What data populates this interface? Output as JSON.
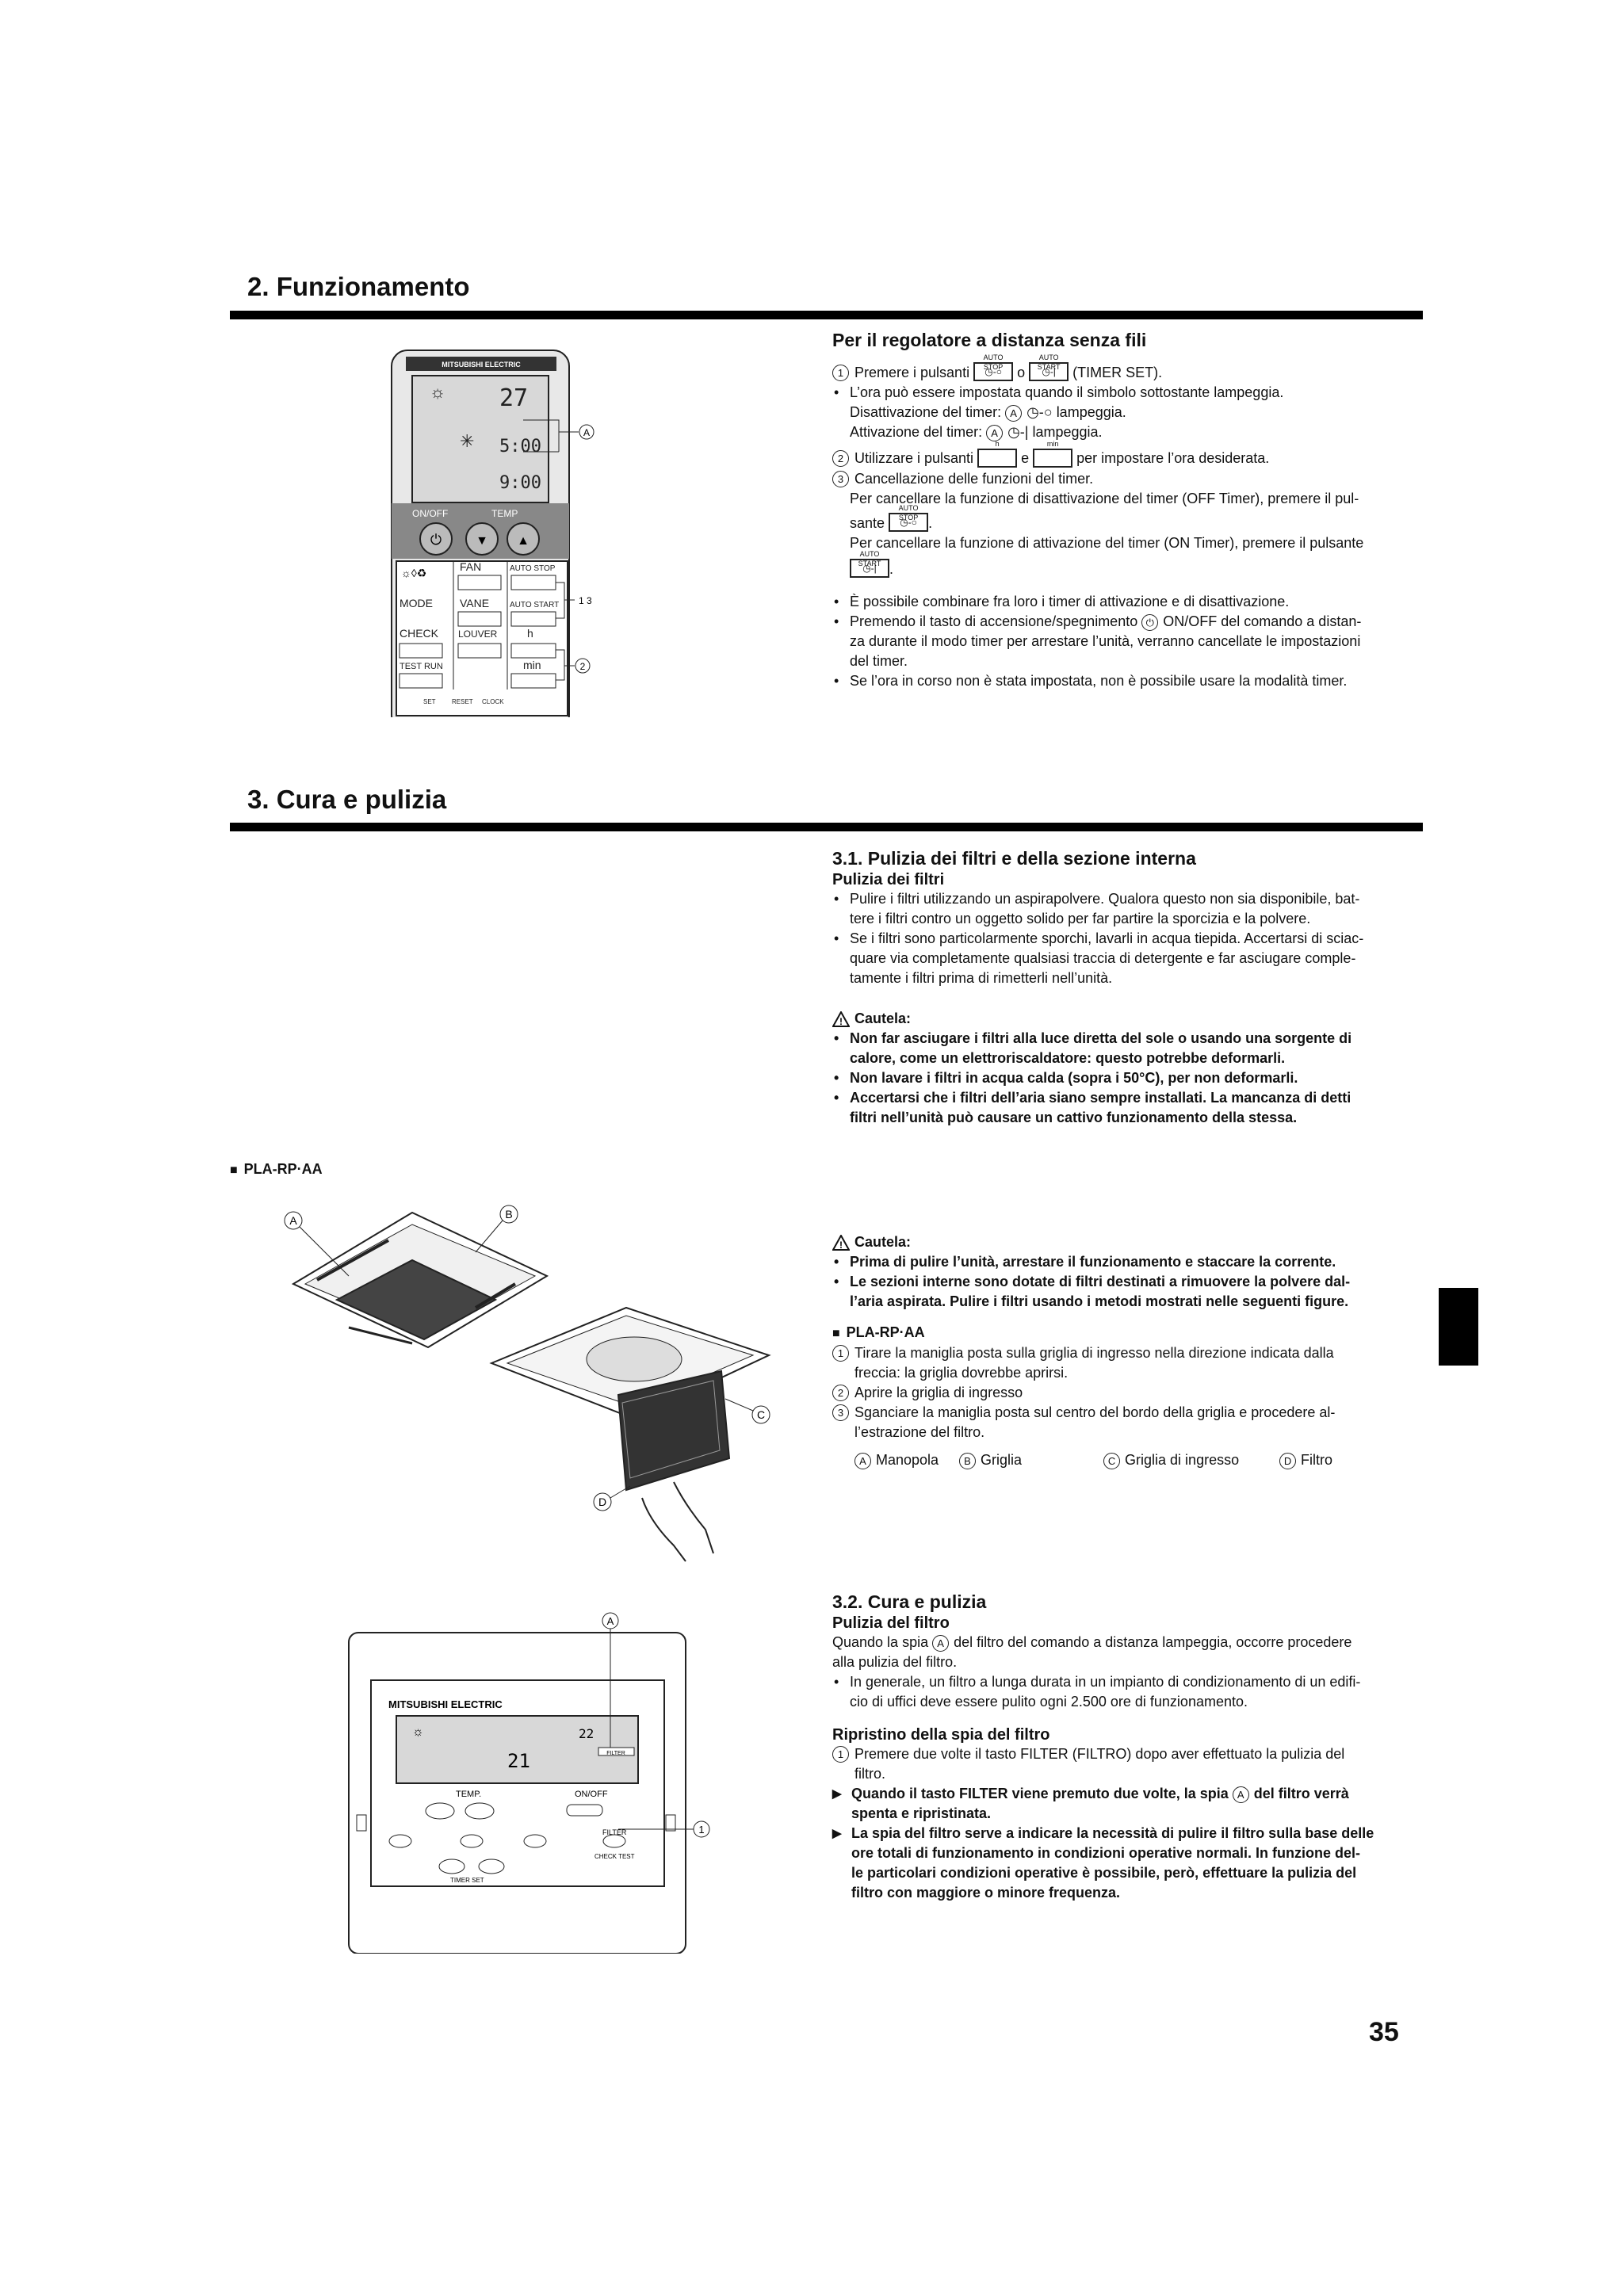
{
  "section2": {
    "title": "2. Funzionamento",
    "subtitle": "Per il regolatore a distanza senza fili",
    "step1_pre": "Premere i pulsanti",
    "step1_or": "o",
    "step1_post": "(TIMER SET).",
    "btn_auto_stop": "AUTO STOP",
    "btn_auto_start": "AUTO START",
    "b1": "L’ora può essere impostata quando il simbolo sottostante lampeggia.",
    "off_label": "Disattivazione del timer:",
    "off_post": "lampeggia.",
    "on_label": "Attivazione del timer:",
    "on_post": "lampeggia.",
    "step2_pre": "Utilizzare i pulsanti",
    "step2_and": "e",
    "step2_post": "per impostare l’ora desiderata.",
    "btn_h": "h",
    "btn_min": "min",
    "step3": "Cancellazione delle funzioni del timer.",
    "cancel_off_1": "Per cancellare la funzione di disattivazione del timer (OFF Timer), premere il pul-",
    "cancel_off_2": "sante",
    "cancel_on": "Per cancellare la funzione di attivazione del timer (ON Timer), premere il pulsante",
    "b2": "È possibile combinare fra loro i timer di attivazione e di disattivazione.",
    "b3_1": "Premendo il tasto di accensione/spegnimento",
    "b3_2": "ON/OFF del comando a distan-",
    "b3_3": "za durante il modo timer per arrestare l’unità, verranno cancellate le impostazioni",
    "b3_4": "del timer.",
    "b4": "Se l’ora in corso non è stata impostata, non è possibile usare la modalità timer."
  },
  "remote": {
    "brand": "MITSUBISHI ELECTRIC",
    "temp_display": "27",
    "time1": "5:00",
    "time2": "9:00",
    "onoff": "ON/OFF",
    "temp": "TEMP",
    "fan": "FAN",
    "auto_stop": "AUTO STOP",
    "mode": "MODE",
    "vane": "VANE",
    "auto_start": "AUTO START",
    "check": "CHECK",
    "louver": "LOUVER",
    "h": "h",
    "test_run": "TEST RUN",
    "min": "min",
    "set": "SET",
    "reset": "RESET",
    "clock": "CLOCK",
    "callout_a": "A",
    "callout_13": "1 3",
    "callout_2": "2"
  },
  "section3": {
    "title": "3. Cura e pulizia",
    "s31": "3.1.  Pulizia dei filtri e della sezione interna",
    "s31_sub": "Pulizia dei filtri",
    "p1": "Pulire i filtri utilizzando un aspirapolvere. Qualora questo non sia disponibile, bat-",
    "p1b": "tere i filtri contro un oggetto solido per far partire la sporcizia e la polvere.",
    "p2": "Se i filtri sono particolarmente sporchi, lavarli in acqua tiepida. Accertarsi di sciac-",
    "p2b": "quare via completamente qualsiasi traccia di detergente e far asciugare comple-",
    "p2c": "tamente i filtri prima di rimetterli nell’unità.",
    "caution": "Cautela:",
    "c1": "Non far asciugare i filtri alla luce diretta del sole o usando una sorgente di",
    "c1b": "calore, come un elettroriscaldatore: questo potrebbe deformarli.",
    "c2": "Non lavare i filtri in acqua calda (sopra i 50°C), per non deformarli.",
    "c3": "Accertarsi che i filtri dell’aria siano sempre installati. La mancanza di detti",
    "c3b": "filtri nell’unità può causare un cattivo funzionamento della stessa.",
    "model": "PLA-RP·AA",
    "caution2": "Cautela:",
    "d1": "Prima di pulire l’unità, arrestare il funzionamento e staccare la corrente.",
    "d2": "Le sezioni interne sono dotate di filtri destinati a rimuovere la polvere dal-",
    "d2b": "l’aria aspirata. Pulire i filtri usando i metodi mostrati nelle seguenti figure.",
    "model2": "PLA-RP·AA",
    "e1": "Tirare la maniglia posta sulla griglia di ingresso nella direzione indicata dalla",
    "e1b": "freccia: la griglia dovrebbe aprirsi.",
    "e2": "Aprire la griglia di ingresso",
    "e3": "Sganciare la maniglia posta sul centro del bordo della griglia e procedere al-",
    "e3b": "l’estrazione del filtro.",
    "leg_a": "Manopola",
    "leg_b": "Griglia",
    "leg_c": "Griglia di ingresso",
    "leg_d": "Filtro",
    "fig_a": "A",
    "fig_b": "B",
    "fig_c": "C",
    "fig_d": "D",
    "s32": "3.2.  Cura e pulizia",
    "s32_sub": "Pulizia del filtro",
    "f1_1": "Quando la spia",
    "f1_2": "del filtro del comando a distanza lampeggia, occorre procedere",
    "f1_3": "alla pulizia del filtro.",
    "f2": "In generale, un filtro a lunga durata in un impianto di condizionamento di un edifi-",
    "f2b": "cio di uffici deve essere pulito ogni 2.500 ore di funzionamento.",
    "reset_title": "Ripristino della spia del filtro",
    "r1": "Premere due volte il tasto FILTER (FILTRO) dopo aver effettuato la pulizia del",
    "r1b": "filtro.",
    "t1_1": "Quando il tasto FILTER viene premuto due volte, la spia",
    "t1_2": "del filtro verrà",
    "t1_3": "spenta e ripristinata.",
    "t2": "La spia del filtro serve a indicare la necessità di pulire il filtro sulla base delle",
    "t2b": "ore totali di funzionamento in  condizioni operative normali. In funzione del-",
    "t2c": "le particolari condizioni operative è possibile, però, effettuare la pulizia del",
    "t2d": "filtro con maggiore o minore frequenza."
  },
  "wired": {
    "brand": "MITSUBISHI ELECTRIC",
    "set_temp": "22",
    "room_temp": "21",
    "temp": "TEMP.",
    "onoff": "ON/OFF",
    "filter": "FILTER",
    "check_test": "CHECK TEST",
    "timer_set": "TIMER SET",
    "filter_lcd": "FILTER",
    "callout_a": "A",
    "callout_1": "1"
  },
  "page_number": "35",
  "colors": {
    "text": "#111111",
    "rule": "#000000",
    "tab": "#000000",
    "lcd": "#d8d8d8"
  }
}
